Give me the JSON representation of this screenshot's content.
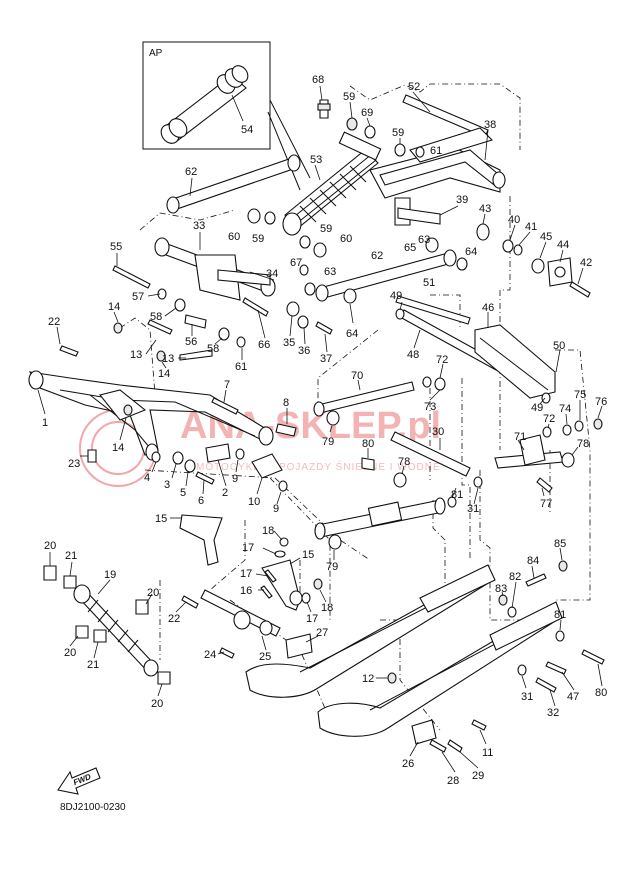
{
  "inset": {
    "label": "AP"
  },
  "drawing_code": "8DJ2100-0230",
  "fwd_label": "FWD",
  "watermark": {
    "title": "ANA-SKLEP.pl",
    "subtitle": "MOTOCYKLE I POJAZDY ŚNIEŻNE I WODNE"
  },
  "callouts": {
    "c54": "54",
    "c68": "68",
    "c59a": "59",
    "c69": "69",
    "c52": "52",
    "c59b": "59",
    "c61a": "61",
    "c38": "38",
    "c53": "53",
    "c62a": "62",
    "c39": "39",
    "c43": "43",
    "c40": "40",
    "c41": "41",
    "c45": "45",
    "c44": "44",
    "c42": "42",
    "c33": "33",
    "c60a": "60",
    "c59c": "59",
    "c59d": "59",
    "c60b": "60",
    "c65": "65",
    "c63a": "63",
    "c64a": "64",
    "c55": "55",
    "c67": "67",
    "c63b": "63",
    "c62b": "62",
    "c34": "34",
    "c57": "57",
    "c51": "51",
    "c49a": "49",
    "c46": "46",
    "c58a": "58",
    "c14a": "14",
    "c22a": "22",
    "c56": "56",
    "c66": "66",
    "c35": "35",
    "c36": "36",
    "c37": "37",
    "c64b": "64",
    "c48": "48",
    "c50": "50",
    "c58b": "58",
    "c13a": "13",
    "c61b": "61",
    "c14b": "14",
    "c13b": "13",
    "c72a": "72",
    "c70": "70",
    "c7": "7",
    "c73": "73",
    "c75": "75",
    "c49b": "49",
    "c74": "74",
    "c76": "76",
    "c1": "1",
    "c8": "8",
    "c14c": "14",
    "c79a": "79",
    "c72b": "72",
    "c30": "30",
    "c71": "71",
    "c80a": "80",
    "c23": "23",
    "c4": "4",
    "c78a": "78",
    "c78b": "78",
    "c3": "3",
    "c5": "5",
    "c6": "6",
    "c2": "2",
    "c9a": "9",
    "c81a": "81",
    "c10": "10",
    "c9b": "9",
    "c77": "77",
    "c31a": "31",
    "c15a": "15",
    "c18a": "18",
    "c17a": "17",
    "c79b": "79",
    "c15b": "15",
    "c85": "85",
    "c20a": "20",
    "c21a": "21",
    "c19": "19",
    "c17b": "17",
    "c16": "16",
    "c84": "84",
    "c82": "82",
    "c83": "83",
    "c18b": "18",
    "c17c": "17",
    "c20b": "20",
    "c22b": "22",
    "c81b": "81",
    "c27": "27",
    "c20c": "20",
    "c21b": "21",
    "c24": "24",
    "c25": "25",
    "c12": "12",
    "c31b": "31",
    "c47": "47",
    "c80b": "80",
    "c20d": "20",
    "c32": "32",
    "c11": "11",
    "c26": "26",
    "c28": "28",
    "c29": "29"
  }
}
